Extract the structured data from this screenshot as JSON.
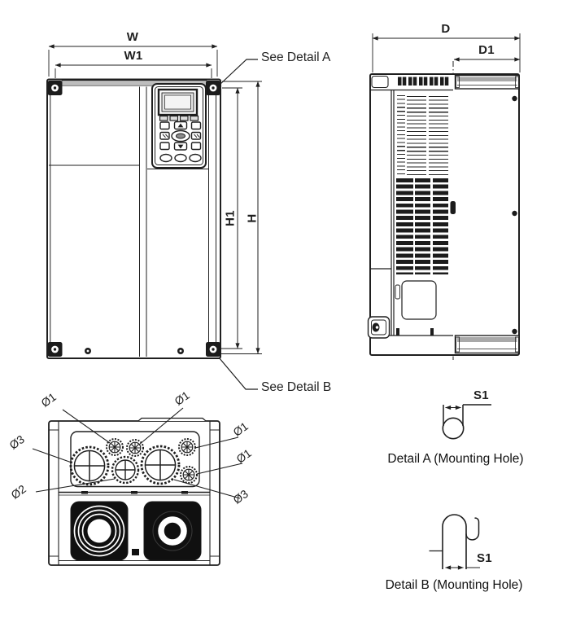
{
  "drawing": {
    "front_view": {
      "width_label": "W",
      "width1_label": "W1",
      "height_label": "H",
      "height1_label": "H1",
      "see_detail_a": "See Detail A",
      "see_detail_b": "See Detail B"
    },
    "side_view": {
      "depth_label": "D",
      "depth1_label": "D1"
    },
    "bottom_view": {
      "hole1_label": "Ø1",
      "hole2_label": "Ø2",
      "hole3_label": "Ø3"
    },
    "detail_a": {
      "s1_label": "S1",
      "caption": "Detail A (Mounting Hole)"
    },
    "detail_b": {
      "s1_label": "S1",
      "caption": "Detail B (Mounting Hole)"
    },
    "colors": {
      "line": "#1f1f1f",
      "gray_band": "#bdbdbd",
      "bracket_gray": "#a9a9a9",
      "fan_dark": "#101010"
    }
  }
}
